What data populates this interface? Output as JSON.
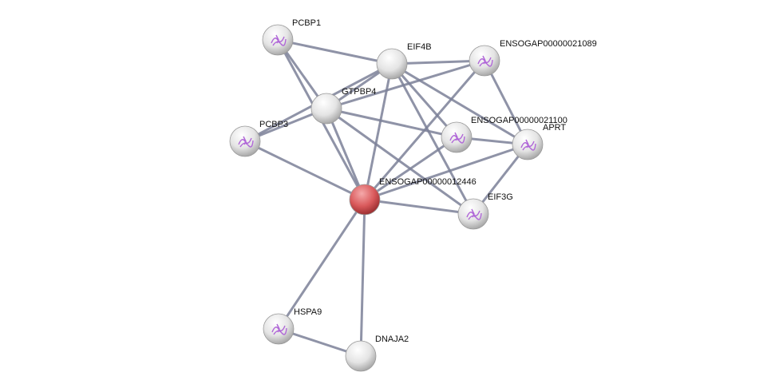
{
  "network": {
    "nodes": [
      {
        "id": "PCBP1",
        "label": "PCBP1",
        "query": false,
        "structure": true
      },
      {
        "id": "EIF4B",
        "label": "EIF4B",
        "query": false,
        "structure": false
      },
      {
        "id": "ENSOGAP00000021089",
        "label": "ENSOGAP00000021089",
        "query": false,
        "structure": true
      },
      {
        "id": "GTPBP4",
        "label": "GTPBP4",
        "query": false,
        "structure": false
      },
      {
        "id": "PCBP3",
        "label": "PCBP3",
        "query": false,
        "structure": true
      },
      {
        "id": "ENSOGAP00000021100",
        "label": "ENSOGAP00000021100",
        "query": false,
        "structure": true
      },
      {
        "id": "APRT",
        "label": "APRT",
        "query": false,
        "structure": true
      },
      {
        "id": "ENSOGAP00000012446",
        "label": "ENSOGAP00000012446",
        "query": true,
        "structure": false
      },
      {
        "id": "EIF3G",
        "label": "EIF3G",
        "query": false,
        "structure": true
      },
      {
        "id": "HSPA9",
        "label": "HSPA9",
        "query": false,
        "structure": true
      },
      {
        "id": "DNAJA2",
        "label": "DNAJA2",
        "query": false,
        "structure": false
      }
    ],
    "edges": [
      [
        "PCBP1",
        "EIF4B"
      ],
      [
        "PCBP1",
        "GTPBP4"
      ],
      [
        "PCBP1",
        "ENSOGAP00000012446"
      ],
      [
        "EIF4B",
        "GTPBP4"
      ],
      [
        "EIF4B",
        "PCBP3"
      ],
      [
        "EIF4B",
        "ENSOGAP00000021089"
      ],
      [
        "EIF4B",
        "ENSOGAP00000012446"
      ],
      [
        "EIF4B",
        "ENSOGAP00000021100"
      ],
      [
        "EIF4B",
        "EIF3G"
      ],
      [
        "EIF4B",
        "APRT"
      ],
      [
        "GTPBP4",
        "ENSOGAP00000021089"
      ],
      [
        "GTPBP4",
        "PCBP3"
      ],
      [
        "GTPBP4",
        "ENSOGAP00000012446"
      ],
      [
        "GTPBP4",
        "ENSOGAP00000021100"
      ],
      [
        "GTPBP4",
        "EIF3G"
      ],
      [
        "PCBP3",
        "ENSOGAP00000012446"
      ],
      [
        "ENSOGAP00000021089",
        "ENSOGAP00000012446"
      ],
      [
        "ENSOGAP00000021089",
        "APRT"
      ],
      [
        "ENSOGAP00000021100",
        "APRT"
      ],
      [
        "ENSOGAP00000021100",
        "ENSOGAP00000012446"
      ],
      [
        "APRT",
        "ENSOGAP00000012446"
      ],
      [
        "APRT",
        "EIF3G"
      ],
      [
        "ENSOGAP00000012446",
        "EIF3G"
      ],
      [
        "ENSOGAP00000012446",
        "HSPA9"
      ],
      [
        "ENSOGAP00000012446",
        "DNAJA2"
      ],
      [
        "HSPA9",
        "DNAJA2"
      ]
    ],
    "colors": {
      "query_node": "#d9595b",
      "node": "#e6e6e6",
      "edge": "#7b8098",
      "structure": "#b066d8"
    }
  }
}
